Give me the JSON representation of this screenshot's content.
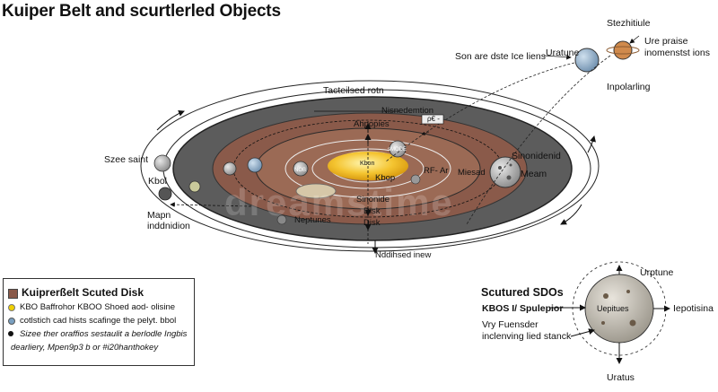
{
  "title": "Kuiper Belt and scurtlerled Objects",
  "labels": {
    "stezhitiule": "Stezhitiule",
    "son_ice": "Son are dste Ice liens",
    "uratune": "Uratune",
    "ure_praise_1": "Ure praise",
    "ure_praise_2": "inomenstst ions",
    "inpolarling": "Inpolarling",
    "tacteised": "Tacteilsed rotn",
    "nisnedemtion": "Nisnedemtion",
    "ahpopies": "Ahpopies",
    "scale_mark": "ρ€ -",
    "szee_saint": "Szee saint",
    "kbol": "Kbol",
    "mapn": "Mapn",
    "indnidion": "inddnidion",
    "sun": "Kbon",
    "kbop": "Kbop",
    "inner_small": "sMODE",
    "rf_ar": "RF- Ar",
    "miesad": "Miesad",
    "sinonidenid": "Sinonidenid",
    "meam": "Meam",
    "left_small": "NOB",
    "sinonide": "Sinonide",
    "disk1": "Disk",
    "neptunes": "Neptunes",
    "disk2": "Disk",
    "nddihsed": "Nddihsed inew",
    "scutured": "Scutured SDOs",
    "kbosi": "KBOS I/ Spulepior",
    "vry_fuensder": "Vry Fuensder",
    "incleving": "inclenving lied stanck",
    "urptune": "Urptune",
    "iepotisina": "Iepotisina",
    "uratus": "Uratus",
    "sdo_label": "Uepitues",
    "watermark": "dreamstime"
  },
  "legend": {
    "title": "Kuiprerßelt Scuted Disk",
    "row1": "KBO Baffrohor KBOO Shoed aod- olisine",
    "row2": "cotlstich cad hists scafinge the pelyt. bbol",
    "row3": "Sizee ther oraffios sestaulit a berlodle Ingbis",
    "row4": "dearliery,  Mpen9p3 b or #i20hanthokey"
  },
  "colors": {
    "outer_disk": "#5a5a5a",
    "belt": "#8a5a4a",
    "inner": "#9b6a55",
    "sun": "#f4c430",
    "legend_yellow": "#f0d000",
    "legend_blue": "#7aa0c0",
    "legend_black": "#111111"
  },
  "icons": [
    "arrow-icon",
    "planet-icon",
    "sun-icon"
  ]
}
